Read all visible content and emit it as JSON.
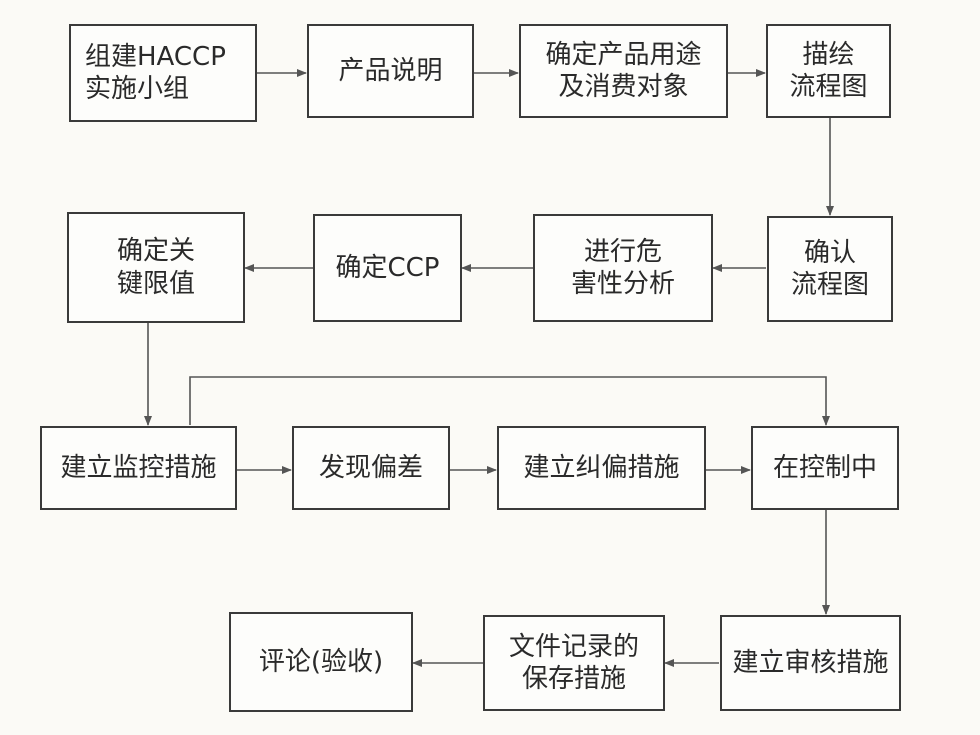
{
  "diagram": {
    "nodes": {
      "n1": "组建HACCP\n实施小组",
      "n2": "产品说明",
      "n3": "确定产品用途\n及消费对象",
      "n4": "描绘\n流程图",
      "n5": "确认\n流程图",
      "n6": "进行危\n害性分析",
      "n7": "确定CCP",
      "n8": "确定关\n键限值",
      "n9": "建立监控措施",
      "n10": "发现偏差",
      "n11": "建立纠偏措施",
      "n12": "在控制中",
      "n13": "建立审核措施",
      "n14": "文件记录的\n保存措施",
      "n15": "评论(验收)"
    },
    "edges": [
      [
        "n1",
        "n2"
      ],
      [
        "n2",
        "n3"
      ],
      [
        "n3",
        "n4"
      ],
      [
        "n4",
        "n5"
      ],
      [
        "n5",
        "n6"
      ],
      [
        "n6",
        "n7"
      ],
      [
        "n7",
        "n8"
      ],
      [
        "n8",
        "n9"
      ],
      [
        "n9",
        "n10"
      ],
      [
        "n10",
        "n11"
      ],
      [
        "n11",
        "n12"
      ],
      [
        "n9",
        "n12"
      ],
      [
        "n12",
        "n13"
      ],
      [
        "n13",
        "n14"
      ],
      [
        "n14",
        "n15"
      ]
    ]
  }
}
